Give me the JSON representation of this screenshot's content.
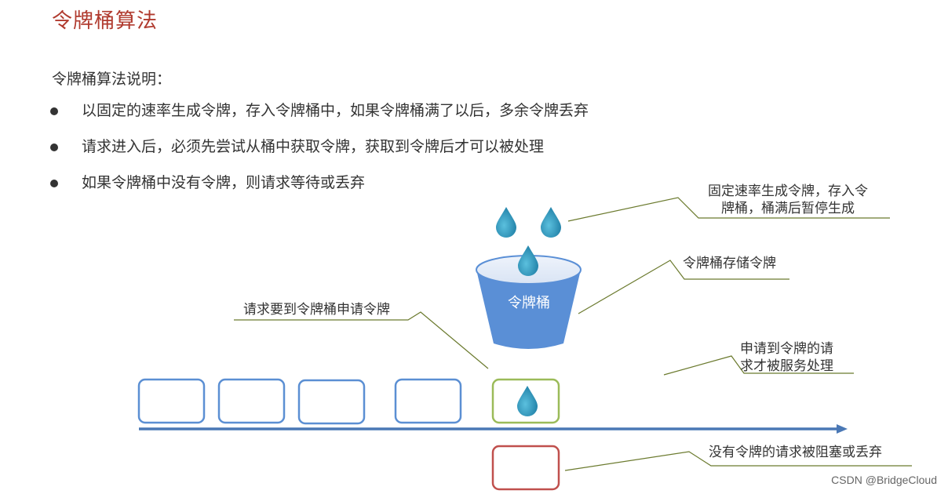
{
  "title": "令牌桶算法",
  "subtitle": "令牌桶算法说明：",
  "bullets": [
    "以固定的速率生成令牌，存入令牌桶中，如果令牌桶满了以后，多余令牌丢弃",
    "请求进入后，必须先尝试从桶中获取令牌，获取到令牌后才可以被处理",
    "如果令牌桶中没有令牌，则请求等待或丢弃"
  ],
  "diagram": {
    "bucket_label": "令牌桶",
    "annotations": {
      "generate_line1": "固定速率生成令牌，存入令",
      "generate_line2": "牌桶，桶满后暂停生成",
      "store": "令牌桶存储令牌",
      "request": "请求要到令牌桶申请令牌",
      "served_line1": "申请到令牌的请",
      "served_line2": "求才被服务处理",
      "blocked": "没有令牌的请求被阻塞或丢弃"
    },
    "colors": {
      "title": "#b03a2e",
      "drop": "#2e94b9",
      "bucket": "#4f86cf",
      "request_box": "#4f86cf",
      "served_box": "#9bbb59",
      "blocked_box": "#c0504d",
      "arrow": "#4a78b5",
      "leader_line": "#6b7a2e"
    }
  },
  "watermark": "CSDN @BridgeCloud"
}
